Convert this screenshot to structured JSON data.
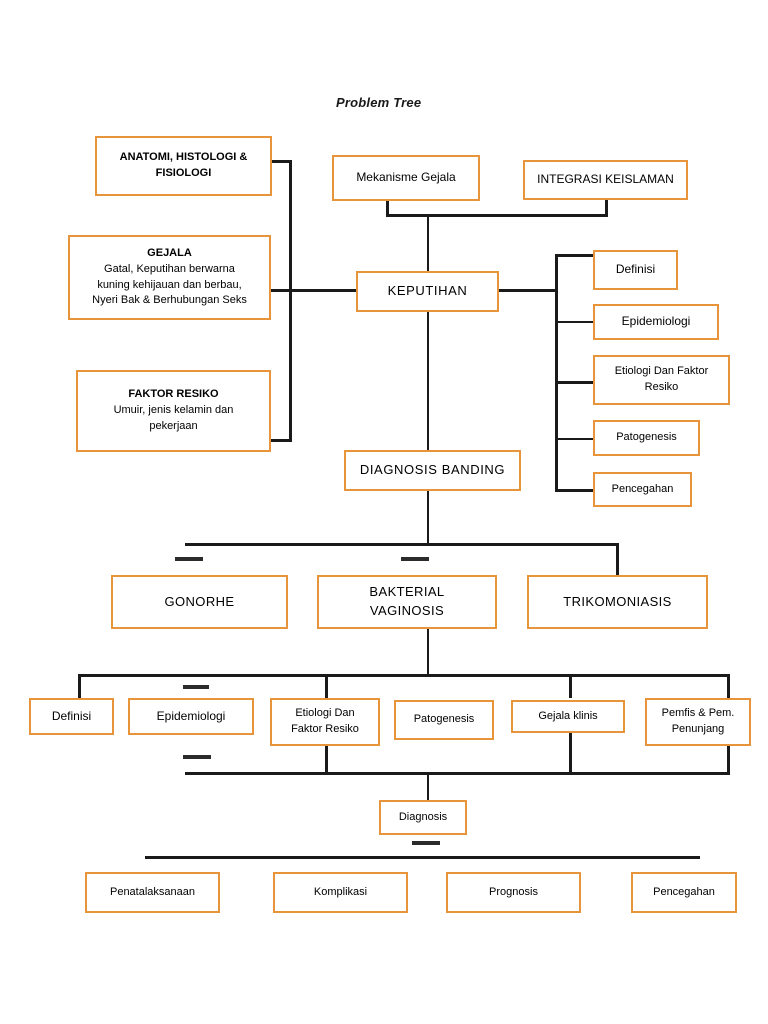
{
  "title": "Problem Tree",
  "colors": {
    "box_border": "#E8943A",
    "connector": "#1a1a1a",
    "background": "#FFFFFF",
    "text": "#000000"
  },
  "nodes": {
    "anatomi": {
      "line1": "ANATOMI, HISTOLOGI &",
      "line2": "FISIOLOGI"
    },
    "gejala": {
      "heading": "GEJALA",
      "line1": "Gatal, Keputihan berwarna",
      "line2": "kuning kehijauan dan berbau,",
      "line3": "Nyeri Bak & Berhubungan Seks"
    },
    "faktor_resiko": {
      "heading": "FAKTOR RESIKO",
      "line1": "Umuir, jenis kelamin dan",
      "line2": "pekerjaan"
    },
    "mekanisme": "Mekanisme Gejala",
    "integrasi": "INTEGRASI KEISLAMAN",
    "keputihan": "KEPUTIHAN",
    "diagnosis_banding": "DIAGNOSIS BANDING",
    "diagnosis": "Diagnosis"
  },
  "keputihan_aspects": [
    {
      "label": "Definisi"
    },
    {
      "label": "Epidemiologi"
    },
    {
      "label": "Etiologi Dan Faktor",
      "label2": "Resiko"
    },
    {
      "label": "Patogenesis"
    },
    {
      "label": "Pencegahan"
    }
  ],
  "differentials": [
    {
      "label": "GONORHE"
    },
    {
      "label": "BAKTERIAL",
      "label2": "VAGINOSIS"
    },
    {
      "label": "TRIKOMONIASIS"
    }
  ],
  "workup": [
    {
      "label": "Definisi"
    },
    {
      "label": "Epidemiologi"
    },
    {
      "label": "Etiologi Dan",
      "label2": "Faktor Resiko"
    },
    {
      "label": "Patogenesis"
    },
    {
      "label": "Gejala klinis"
    },
    {
      "label": "Pemfis & Pem.",
      "label2": "Penunjang"
    }
  ],
  "outcomes": [
    {
      "label": "Penatalaksanaan"
    },
    {
      "label": "Komplikasi"
    },
    {
      "label": "Prognosis"
    },
    {
      "label": "Pencegahan"
    }
  ]
}
